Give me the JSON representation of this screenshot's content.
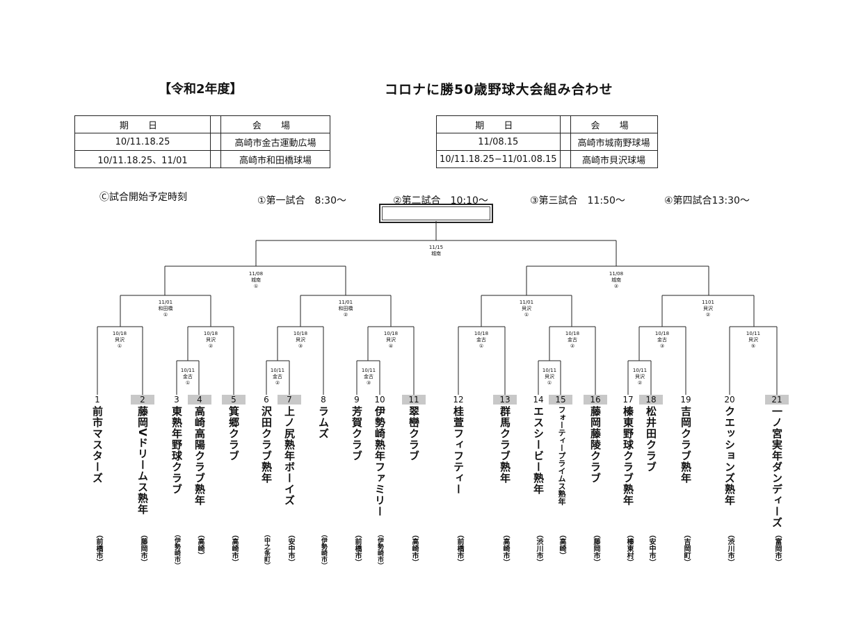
{
  "header": {
    "year": "【令和2年度】",
    "title": "コロナに勝50歳野球大会組み合わせ"
  },
  "schedule_left": {
    "col_date": "期 日",
    "col_venue": "会 場",
    "rows": [
      {
        "date": "10/11.18.25",
        "venue": "高崎市金古運動広場"
      },
      {
        "date": "10/11.18.25、11/01",
        "venue": "高崎市和田橋球場"
      }
    ]
  },
  "schedule_right": {
    "col_date": "期 日",
    "col_venue": "会 場",
    "rows": [
      {
        "date": "11/08.15",
        "venue": "高崎市城南野球場"
      },
      {
        "date": "10/11.18.25−11/01.08.15",
        "venue": "高崎市貝沢球場"
      }
    ]
  },
  "start_times": {
    "label": "Ⓒ試合開始予定時刻",
    "g1": "①第一試合　8:30〜",
    "g2": "②第二試合　10:10〜",
    "g3": "③第三試合　11:50〜",
    "g4": "④第四試合13:30〜"
  },
  "matches": {
    "final": "11/15\n城南",
    "sf_left": "11/08\n城南\n①",
    "sf_right": "11/08\n城南\n②",
    "qf1": "11/01\n和田橋\n①",
    "qf2": "11/01\n和田橋\n②",
    "qf3": "11/01\n貝沢\n①",
    "qf4": "1101\n貝沢\n②",
    "r2a": "10/18\n貝沢\n①",
    "r2b": "10/18\n貝沢\n②",
    "r2c": "10/18\n貝沢\n③",
    "r2d": "10/18\n貝沢\n④",
    "r2e": "10/18\n金古\n①",
    "r2f": "10/18\n金古\n②",
    "r2g": "10/18\n金古\n③",
    "r2h": "10/11\n貝沢\n⑤",
    "r1a": "10/11\n金古\n①",
    "r1b": "10/11\n金古\n②",
    "r1c": "10/11\n金古\n③",
    "r1d": "10/11\n貝沢\n①",
    "r1e": "10/11\n貝沢\n②"
  },
  "teams": [
    {
      "seed": "1",
      "name": "前市マスターズ",
      "city": "（前橋市）"
    },
    {
      "seed": "2",
      "name": "藤岡Vドリームス熟年",
      "city": "（藤岡市）"
    },
    {
      "seed": "3",
      "name": "東熟年野球クラブ",
      "city": "（伊勢崎市）"
    },
    {
      "seed": "4",
      "name": "高崎高陽クラブ熟年",
      "city": "（高崎）"
    },
    {
      "seed": "5",
      "name": "箕郷クラブ",
      "city": "（高崎市）"
    },
    {
      "seed": "6",
      "name": "沢田クラブ熟年",
      "city": "（中之条町）"
    },
    {
      "seed": "7",
      "name": "上ノ尻熟年ボーイズ",
      "city": "（安中市）"
    },
    {
      "seed": "8",
      "name": "ラムズ",
      "city": "（伊勢崎市）"
    },
    {
      "seed": "9",
      "name": "芳賀クラブ",
      "city": "（前橋市）"
    },
    {
      "seed": "10",
      "name": "伊勢崎熟年ファミリー",
      "city": "（伊勢崎市）"
    },
    {
      "seed": "11",
      "name": "翠巒クラブ",
      "city": "（高崎市）"
    },
    {
      "seed": "12",
      "name": "桂萱フィフティー",
      "city": "（前橋市）"
    },
    {
      "seed": "13",
      "name": "群馬クラブ熟年",
      "city": "（高崎市）"
    },
    {
      "seed": "14",
      "name": "エスシービー熟年",
      "city": "（渋川市）"
    },
    {
      "seed": "15",
      "name": "フォーティープライムス熟年",
      "city": "（高崎）"
    },
    {
      "seed": "16",
      "name": "藤岡藤陵クラブ",
      "city": "（藤岡市）"
    },
    {
      "seed": "17",
      "name": "榛東野球クラブ熟年",
      "city": "（榛東村）"
    },
    {
      "seed": "18",
      "name": "松井田クラブ",
      "city": "（安中市）"
    },
    {
      "seed": "19",
      "name": "吉岡クラブ熟年",
      "city": "（吉岡町）"
    },
    {
      "seed": "20",
      "name": "クエッションズ熟年",
      "city": "（渋川市）"
    },
    {
      "seed": "21",
      "name": "一ノ宮実年ダンディーズ",
      "city": "（富岡市）"
    }
  ]
}
